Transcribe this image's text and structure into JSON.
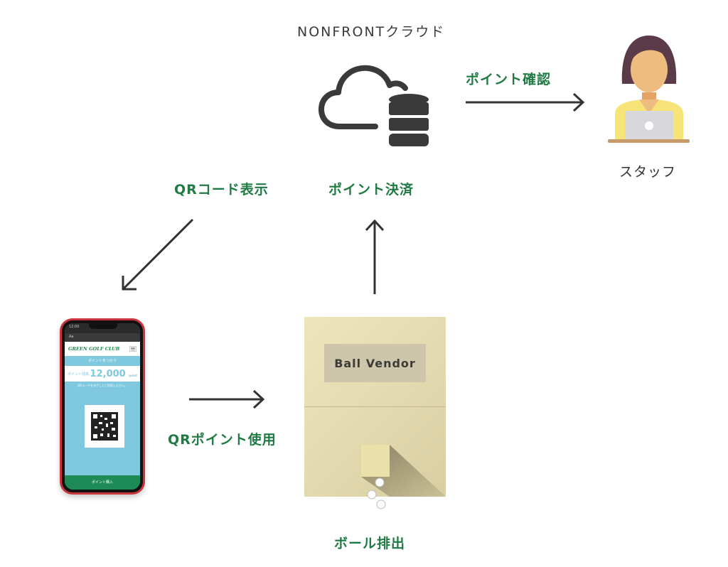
{
  "diagram": {
    "cloud": {
      "title": "NONFRONTクラウド",
      "icon": "cloud-database-icon"
    },
    "edges": {
      "cloud_to_staff": "ポイント確認",
      "qr_display": "QRコード表示",
      "point_settlement": "ポイント決済",
      "qr_point_use": "QRポイント使用",
      "ball_dispense": "ボール排出"
    },
    "staff": {
      "label": "スタッフ",
      "icon": "staff-laptop-icon"
    },
    "phone": {
      "status_time": "12:00",
      "url": "Aa",
      "brand": "GREEN GOLF CLUB",
      "use_points": "ポイントをつかう",
      "balance_label": "ポイント残高",
      "balance_value": "12,000",
      "balance_unit": "point",
      "hint": "QRコードをかざしてご利用ください。",
      "buy_button": "ポイント購入"
    },
    "vendor": {
      "sign": "Ball Vendor"
    },
    "colors": {
      "label_green": "#1f7a43",
      "arrow": "#333333",
      "phone_bg": "#7ec8e0",
      "phone_button": "#1e8a55"
    }
  }
}
